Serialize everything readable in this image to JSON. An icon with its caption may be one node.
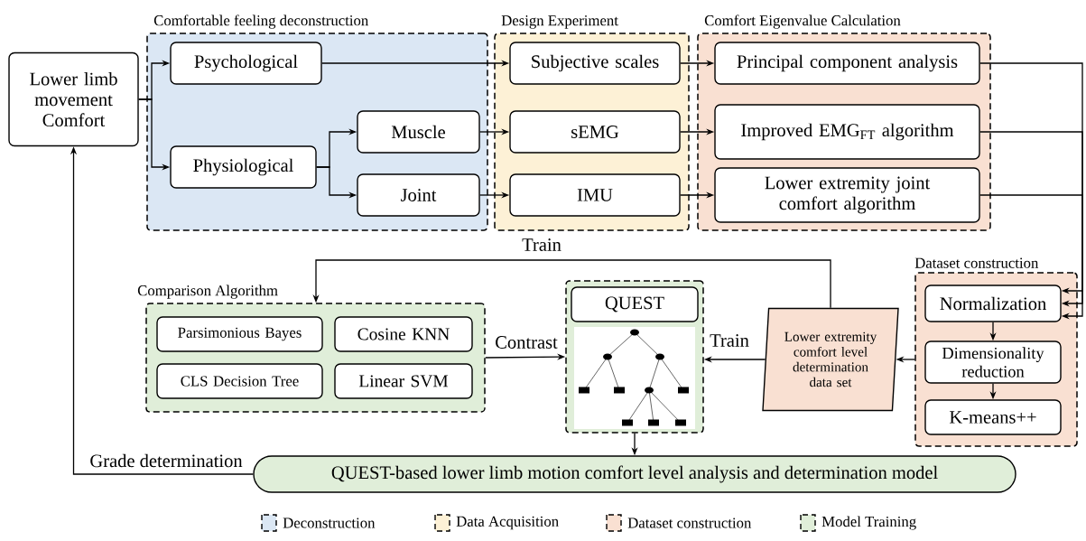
{
  "diagram": {
    "nodes": [
      {
        "text": [
          "Lower limb movement Comfort"
        ]
      },
      {
        "text": [
          "Comfortable feeling deconstruction"
        ]
      },
      {
        "text": [
          "Psychological"
        ],
        "in": 1
      },
      {
        "text": [
          "Physiological"
        ],
        "in": 1
      },
      {
        "text": [
          "Muscle"
        ],
        "in": 1
      },
      {
        "text": [
          "Joint"
        ],
        "in": 1
      },
      {
        "text": [
          "Design Experiment"
        ]
      },
      {
        "text": [
          "Subjective scales"
        ],
        "in": 6
      },
      {
        "text": [
          "sEMG"
        ],
        "in": 6
      },
      {
        "text": [
          "IMU"
        ],
        "in": 6
      },
      {
        "text": [
          "Comfort Eigenvalue Calculation"
        ]
      },
      {
        "text": [
          "Principal component analysis"
        ],
        "in": 10
      },
      {
        "text": [
          "Improved EMG$_{FT}$ algorithm"
        ],
        "in": 10
      },
      {
        "text": [
          "Lower extremity joint comfort algorithm"
        ],
        "in": 10
      },
      {
        "text": [
          "Comparison Algorithm"
        ]
      },
      {
        "text": [
          "Parsimonious Bayes"
        ],
        "in": 14
      },
      {
        "text": [
          "Cosine KNN"
        ],
        "in": 14
      },
      {
        "text": [
          "CLS Decision Tree"
        ],
        "in": 14
      },
      {
        "text": [
          "Linear SVM"
        ],
        "in": 14
      },
      {
        "text": [],
        "shape": "box"
      },
      {
        "text": [
          "QUEST"
        ],
        "in": 19
      },
      {
        "text": [
          "Lower extremity comfort level determination data set"
        ]
      },
      {
        "text": [
          "Dataset construction"
        ]
      },
      {
        "text": [
          "Normalization"
        ],
        "in": 22
      },
      {
        "text": [
          "Dimensionality reduction"
        ],
        "in": 22
      },
      {
        "text": [
          "K-means++"
        ],
        "in": 22
      },
      {
        "text": [
          "QUEST-based lower limb motion comfort level analysis and determination model"
        ]
      }
    ],
    "edges": [
      {
        "from": 0,
        "to": 2,
        "arrow": "to"
      },
      {
        "from": 0,
        "to": 3,
        "arrow": "to"
      },
      {
        "from": 3,
        "to": 4,
        "arrow": "to"
      },
      {
        "from": 3,
        "to": 5,
        "arrow": "to"
      },
      {
        "from": 2,
        "to": 7,
        "arrow": "to"
      },
      {
        "from": 4,
        "to": 8,
        "arrow": "to"
      },
      {
        "from": 5,
        "to": 9,
        "arrow": "to"
      },
      {
        "from": 7,
        "to": 11,
        "arrow": "to"
      },
      {
        "from": 8,
        "to": 12,
        "arrow": "to"
      },
      {
        "from": 9,
        "to": 13,
        "arrow": "to"
      },
      {
        "from": 11,
        "to": 23,
        "arrow": "to"
      },
      {
        "from": 12,
        "to": 23,
        "arrow": "to"
      },
      {
        "from": 13,
        "to": 23,
        "arrow": "to"
      },
      {
        "from": 23,
        "to": 24,
        "arrow": "to"
      },
      {
        "from": 24,
        "to": 25,
        "arrow": "to"
      },
      {
        "from": 22,
        "to": 21,
        "arrow": "to"
      },
      {
        "from": 21,
        "to": 19,
        "arrow": "to",
        "label": "Train"
      },
      {
        "from": 21,
        "to": 14,
        "arrow": "to",
        "label": "Train"
      },
      {
        "from": 14,
        "to": 19,
        "arrow": "to",
        "label": "Contrast"
      },
      {
        "from": 19,
        "to": 26,
        "arrow": "to"
      },
      {
        "from": 26,
        "to": 0,
        "arrow": "to",
        "label": "Grade determination"
      }
    ],
    "legend": [
      {
        "text": "Deconstruction",
        "color": "#dbe7f4"
      },
      {
        "text": "Data Acquisition",
        "color": "#fdf1d6"
      },
      {
        "text": "Dataset construction",
        "color": "#f9e0d2"
      },
      {
        "text": "Model Training",
        "color": "#e0eed9"
      }
    ]
  }
}
